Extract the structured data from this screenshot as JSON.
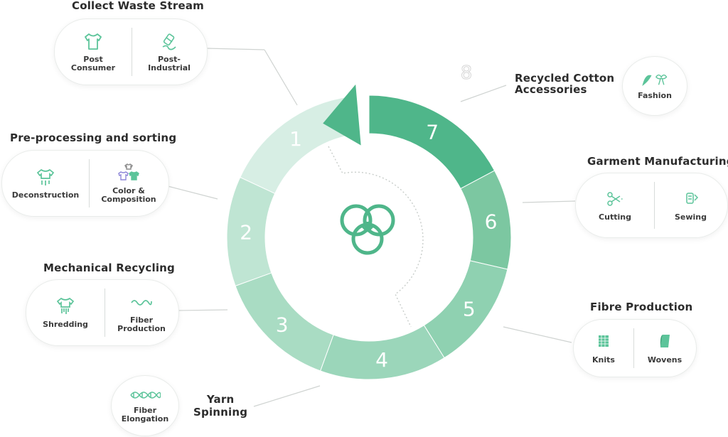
{
  "center_logo": "circular-economy-logo",
  "steps": [
    {
      "num": "1",
      "color": "#d7eee4"
    },
    {
      "num": "2",
      "color": "#bfe5d3"
    },
    {
      "num": "3",
      "color": "#a9dcc3"
    },
    {
      "num": "4",
      "color": "#9bd6ba"
    },
    {
      "num": "5",
      "color": "#8fd1b1"
    },
    {
      "num": "6",
      "color": "#7cc7a1"
    },
    {
      "num": "7",
      "color": "#4fb68a"
    },
    {
      "num": "8",
      "color": "#dcdcdc"
    }
  ],
  "groups": {
    "collect": {
      "title": "Collect Waste Stream",
      "items": [
        {
          "label": "Post\nConsumer",
          "icon": "tshirt-icon"
        },
        {
          "label": "Post-\nIndustrial",
          "icon": "thread-spool-icon"
        }
      ]
    },
    "preprocess": {
      "title": "Pre-processing and sorting",
      "items": [
        {
          "label": "Deconstruction",
          "icon": "deconstruct-shirt-icon"
        },
        {
          "label": "Color &\nComposition",
          "icon": "color-shirts-icon"
        }
      ]
    },
    "mechanical": {
      "title": "Mechanical Recycling",
      "items": [
        {
          "label": "Shredding",
          "icon": "shred-shirt-icon"
        },
        {
          "label": "Fiber\nProduction",
          "icon": "fiber-wave-icon"
        }
      ]
    },
    "yarn": {
      "title": "Yarn\nSpinning",
      "items": [
        {
          "label": "Fiber\nElongation",
          "icon": "dna-fiber-icon"
        }
      ]
    },
    "fibre": {
      "title": "Fibre Production",
      "items": [
        {
          "label": "Knits",
          "icon": "knit-swatch-icon"
        },
        {
          "label": "Wovens",
          "icon": "woven-fabric-icon"
        }
      ]
    },
    "garment": {
      "title": "Garment Manufacturing",
      "items": [
        {
          "label": "Cutting",
          "icon": "scissors-icon"
        },
        {
          "label": "Sewing",
          "icon": "sewing-icon"
        }
      ]
    },
    "accessories": {
      "title": "Recycled Cotton\nAccessories",
      "items": [
        {
          "label": "Fashion",
          "icon": "bow-accessory-icon"
        }
      ]
    }
  },
  "colors": {
    "accent": "#4fb68a",
    "icon": "#5cc49a",
    "icon_alt": "#8d86d8",
    "text": "#2c2c2c"
  }
}
